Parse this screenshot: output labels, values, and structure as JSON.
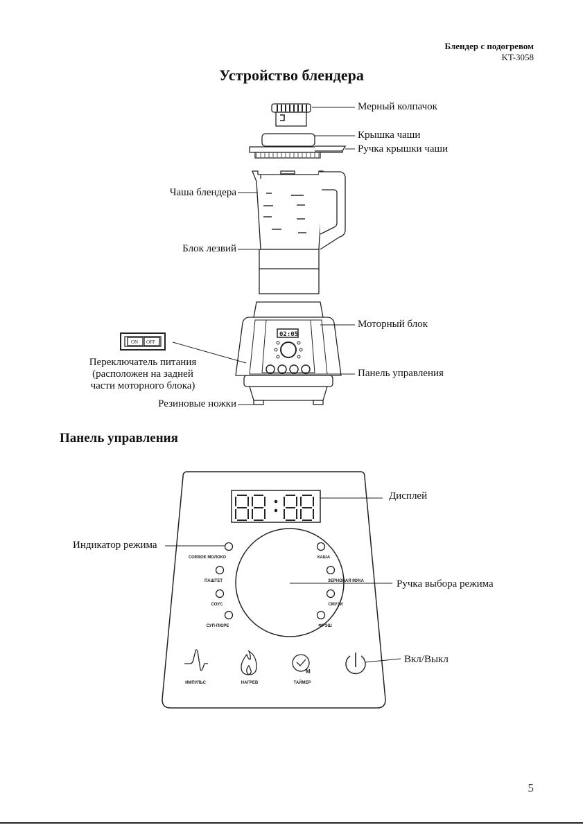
{
  "header": {
    "product": "Блендер с подогревом",
    "model": "KT-3058"
  },
  "title": "Устройство блендера",
  "blender_labels": {
    "measuring_cap": "Мерный колпачок",
    "jar_lid": "Крышка чаши",
    "lid_handle": "Ручка крышки чаши",
    "jar": "Чаша блендера",
    "blade_unit": "Блок лезвий",
    "motor_unit": "Моторный блок",
    "control_panel": "Панель управления",
    "rubber_feet": "Резиновые ножки",
    "power_switch_line1": "Переключатель питания",
    "power_switch_line2": "(расположен на задней",
    "power_switch_line3": "части моторного блока)",
    "switch_on": "ON",
    "switch_off": "OFF",
    "motor_display": "02:05"
  },
  "section_title": "Панель управления",
  "panel_labels": {
    "display": "Дисплей",
    "mode_indicator": "Индикатор режима",
    "mode_knob": "Ручка выбора режима",
    "power": "Вкл/Выкл"
  },
  "panel": {
    "display_digits": "88:88",
    "modes_left": [
      "СОЕВОЕ МОЛОКО",
      "ПАШТЕТ",
      "СОУС",
      "СУП-ПЮРЕ"
    ],
    "modes_right": [
      "КАША",
      "ЗЕРНОВАЯ МУКА",
      "СМУЗИ",
      "ФРЭШ"
    ],
    "buttons": [
      {
        "label": "ИМПУЛЬС",
        "icon": "pulse-icon"
      },
      {
        "label": "НАГРЕВ",
        "icon": "flame-icon"
      },
      {
        "label": "ТАЙМЕР",
        "icon": "timer-icon"
      }
    ],
    "power_icon": "power-icon"
  },
  "page_number": "5"
}
